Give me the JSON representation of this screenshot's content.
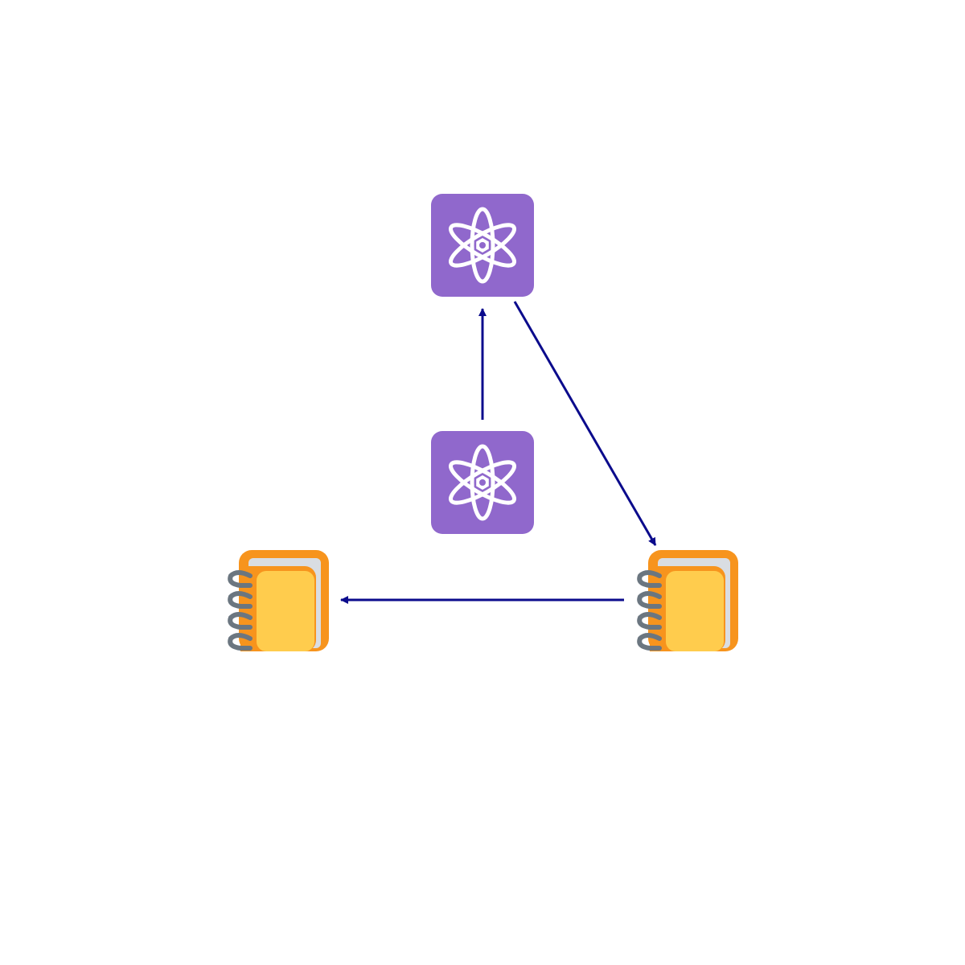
{
  "diagram": {
    "nodes": [
      {
        "id": "atom-top",
        "kind": "atom",
        "icon": "atom-icon"
      },
      {
        "id": "atom-center",
        "kind": "atom",
        "icon": "atom-icon"
      },
      {
        "id": "notebook-left",
        "kind": "notebook",
        "icon": "notebook-icon"
      },
      {
        "id": "notebook-right",
        "kind": "notebook",
        "icon": "notebook-icon"
      }
    ],
    "edges": [
      {
        "from": "atom-center",
        "to": "atom-top"
      },
      {
        "from": "atom-top",
        "to": "notebook-right"
      },
      {
        "from": "notebook-right",
        "to": "notebook-left"
      }
    ],
    "colors": {
      "edge": "#0b0b8c",
      "atom_tile": "#9068cc",
      "atom_symbol": "#ffffff",
      "notebook_cover": "#f7941d",
      "notebook_page": "#ffcc4d",
      "notebook_back_page": "#d9dde2",
      "notebook_ring": "#6b7680"
    }
  }
}
